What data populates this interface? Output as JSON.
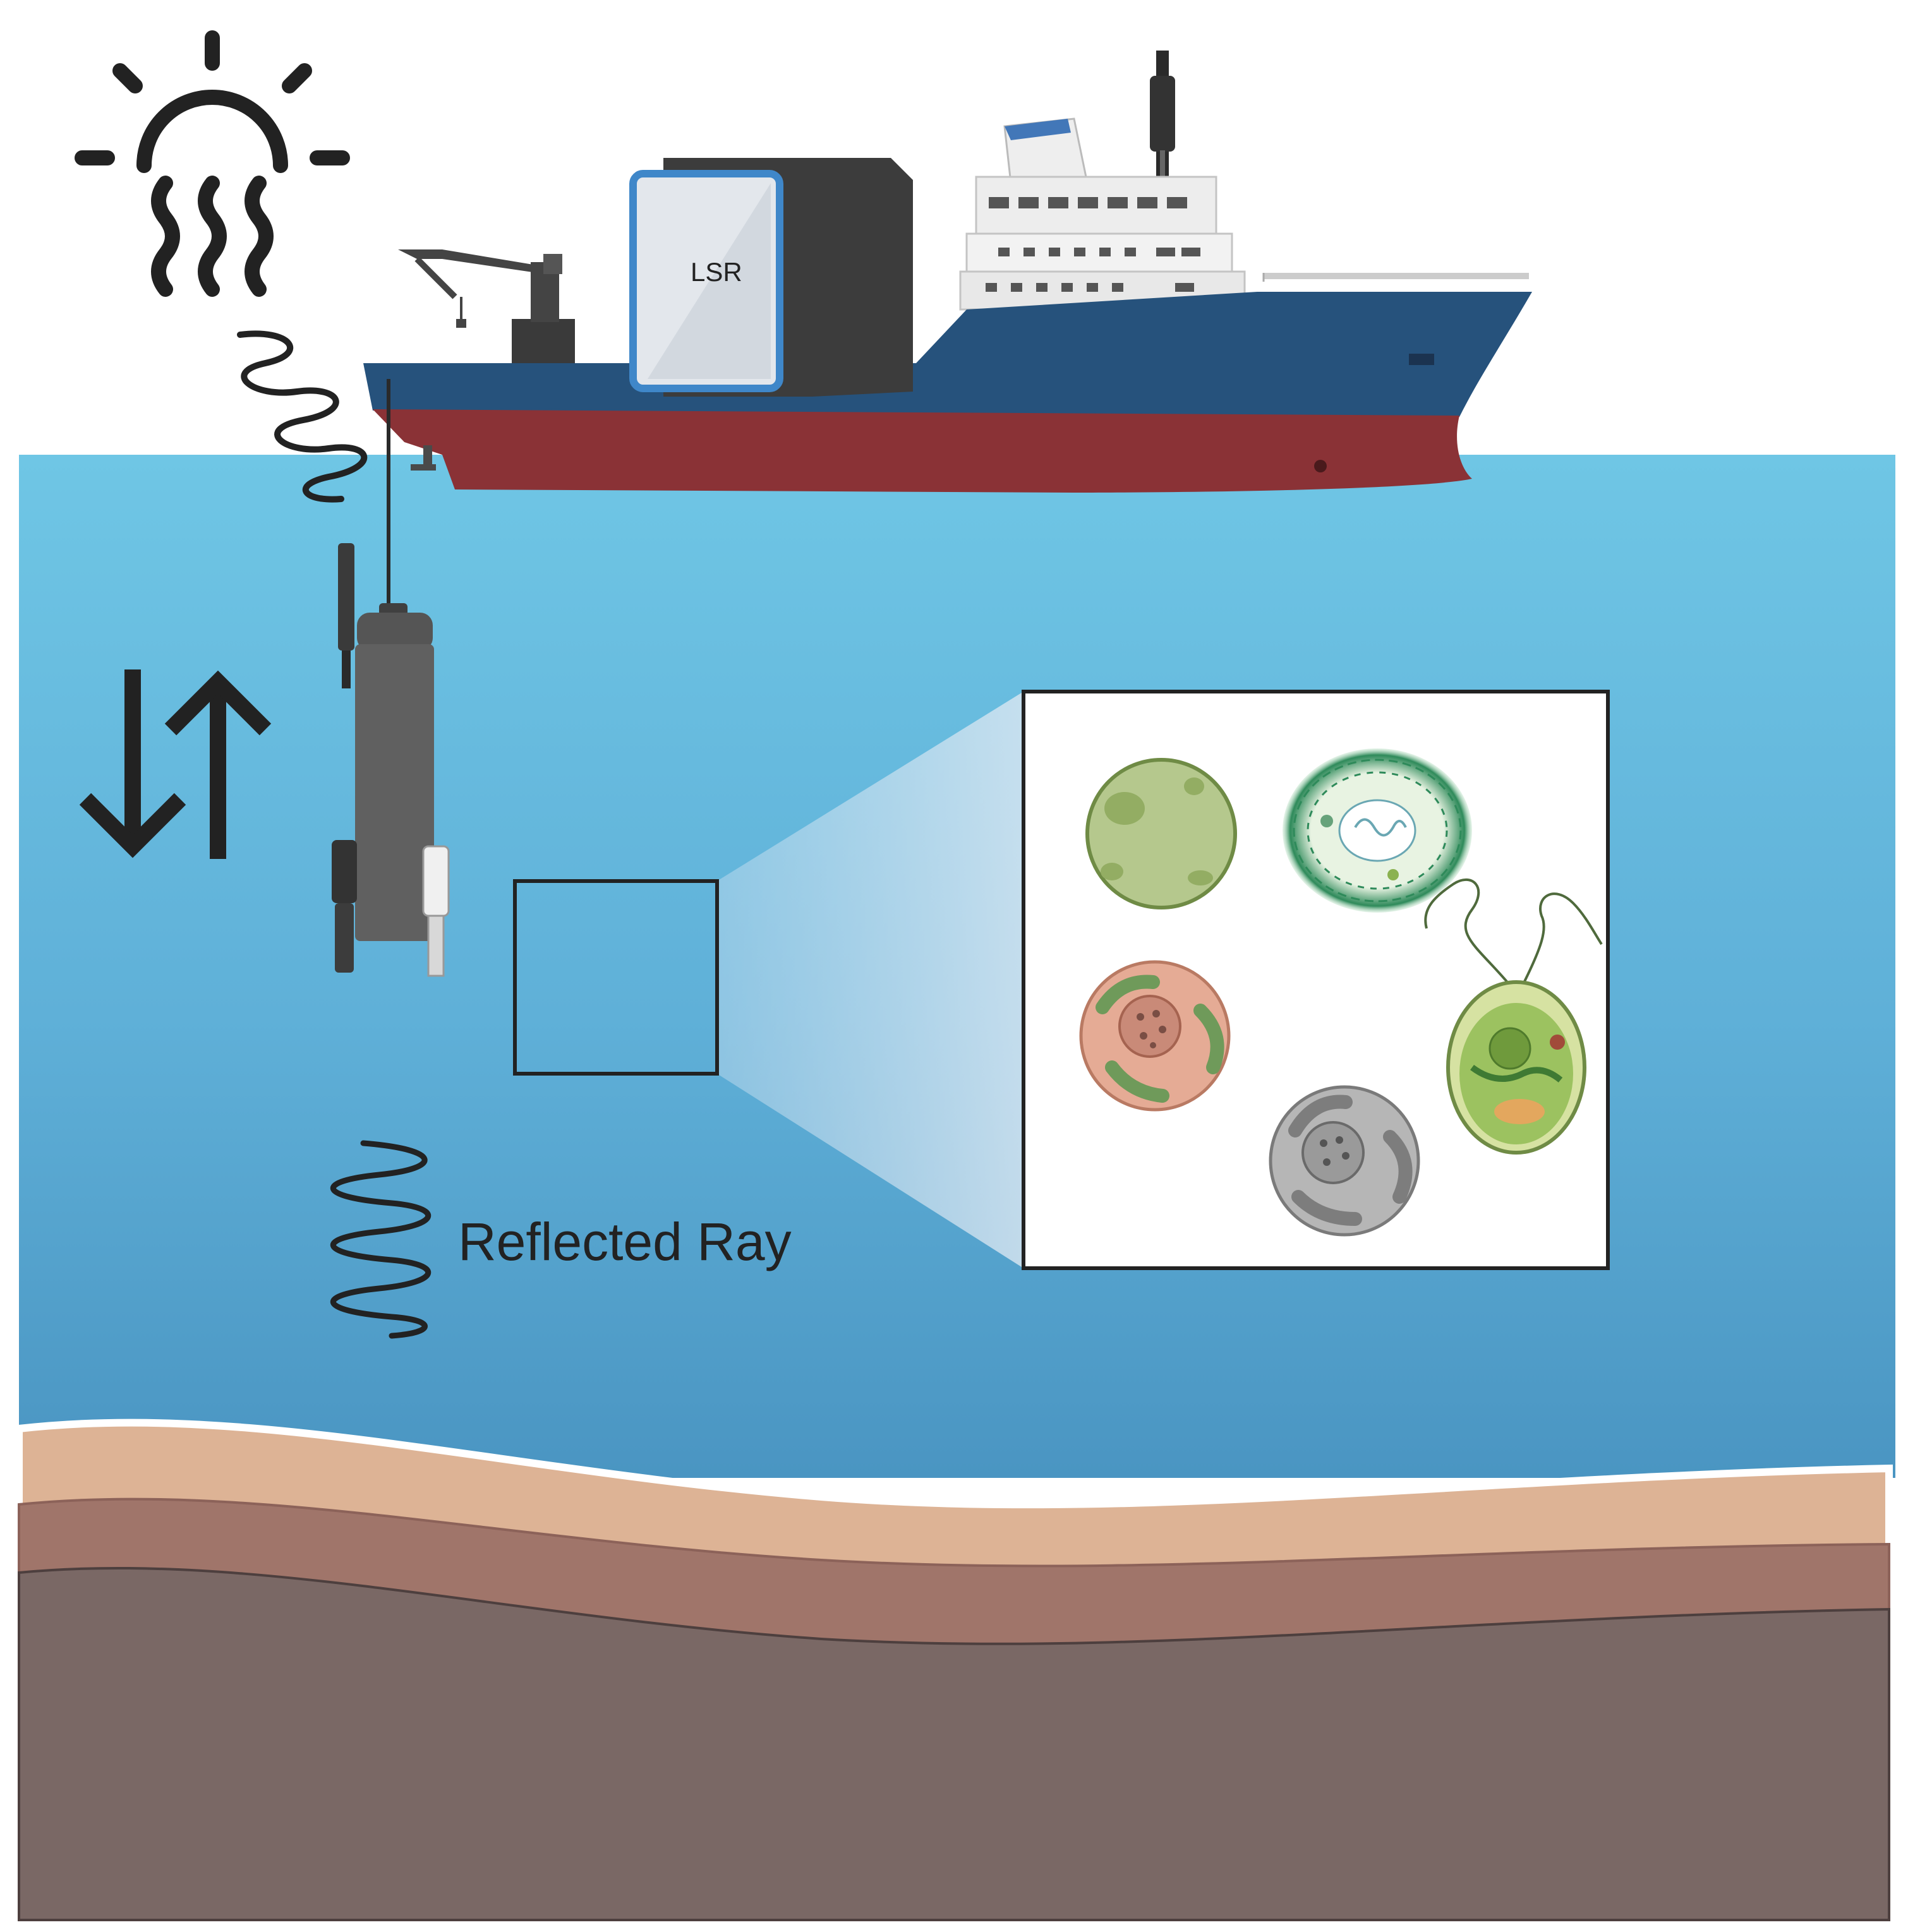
{
  "labels": {
    "lsr": "LSR",
    "reflected_ray": "Reflected Ray"
  },
  "icons": {
    "sun": "sun-icon",
    "sun_waves": "radiation-wave-icon",
    "incoming_ray": "wavy-ray-icon",
    "reflected_ray": "wavy-ray-icon",
    "updown_arrows": "up-down-arrows-icon"
  },
  "colors": {
    "water_top": "#6fc6e5",
    "water_bottom": "#4a95c2",
    "sediment_light": "#ddb395",
    "sediment_mid": "#a0756a",
    "sediment_deep": "#7a6865",
    "hull_blue": "#26527c",
    "hull_red": "#8a3236",
    "lsr_box": "#3c3c3c",
    "lsr_screen": "#e3e7ec",
    "lsr_border": "#3f87c9",
    "probe": "#606060",
    "ink": "#222222"
  },
  "cells": [
    {
      "name": "green-algae-cell",
      "kind": "green"
    },
    {
      "name": "diatom-cell",
      "kind": "diatom"
    },
    {
      "name": "red-algae-cell",
      "kind": "red"
    },
    {
      "name": "grey-cell",
      "kind": "grey"
    },
    {
      "name": "flagellate-cell",
      "kind": "flagellate"
    }
  ]
}
